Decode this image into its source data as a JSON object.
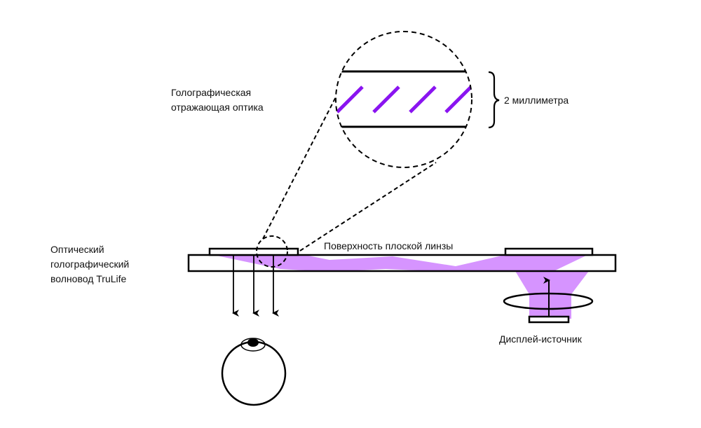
{
  "diagram": {
    "title": "Оптический голографический волновод TruLife",
    "colors": {
      "light": "#d694ff",
      "grating": "#8a14f0",
      "stroke": "#000000",
      "background": "#ffffff"
    },
    "labels": {
      "reflective_optics_line1": "Голографическая",
      "reflective_optics_line2": "отражающая оптика",
      "thickness": "2 миллиметра",
      "waveguide_line1": "Оптический",
      "waveguide_line2": "голографический",
      "waveguide_line3": "волновод TruLife",
      "flat_lens_surface": "Поверхность плоской линзы",
      "display_source": "Дисплей-источник"
    },
    "components": [
      {
        "name": "waveguide",
        "icon": "rectangle-slab"
      },
      {
        "name": "output-grating",
        "icon": "rectangle-pad"
      },
      {
        "name": "input-grating",
        "icon": "rectangle-pad"
      },
      {
        "name": "magnifier",
        "icon": "dashed-circle"
      },
      {
        "name": "lens",
        "icon": "ellipse"
      },
      {
        "name": "display",
        "icon": "rectangle-pad"
      },
      {
        "name": "eye",
        "icon": "eye-circle"
      }
    ]
  }
}
